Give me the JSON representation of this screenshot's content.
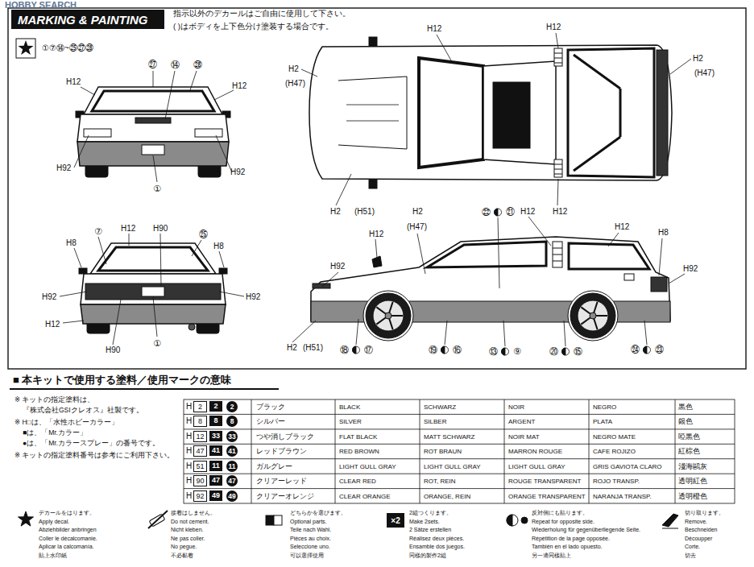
{
  "diagram": {
    "nodes": [
      {
        "text": [
          "MARKING & PAINTING"
        ]
      },
      {
        "text": [
          "■ 本キットで使用する塗料／使用マークの意味"
        ]
      },
      {
        "text": [
          "×2"
        ]
      }
    ],
    "labels": [
      "HOBBY SEARCH",
      "指示以外のデカールはご自由に使用して下さい。",
      "( )はボディを上下色分け塗装する場合です。",
      "①⑦⑭~㉕㉗㉘",
      "㉗",
      "⑭",
      "㉘",
      "H12",
      "H12",
      "H92",
      "H92",
      "①",
      "⑦",
      "H12",
      "H90",
      "㉕",
      "H8",
      "H8",
      "H92",
      "H92",
      "H12",
      "H90",
      "①",
      "H12",
      "H12",
      "H2",
      "(H47)",
      "H2",
      "(H47)",
      "H2",
      "(H51)",
      "H12",
      "H2",
      "(H47)",
      "㉒",
      "㉑",
      "H12",
      "H12",
      "H8",
      "H92",
      "H12",
      "H92",
      "H2",
      "(H51)",
      "⑱",
      "⑰",
      "⑲",
      "⑯",
      "⑬",
      "⑨",
      "⑳",
      "⑮",
      "㉔",
      "㉓",
      "※ キットの指定塗料は、",
      "『株式会社GSIクレオス』社製です。",
      "※ H□は、「水性ホビーカラー」",
      "■は、「Mr.カラー」",
      "●は、「Mr.カラースプレー」の番号です。",
      "※ キットの指定塗料番号は参考にご利用下さい。",
      "H",
      "2",
      "2",
      "2",
      "ブラック",
      "BLACK",
      "SCHWARZ",
      "NOIR",
      "NEGRO",
      "黒色",
      "H",
      "8",
      "8",
      "8",
      "シルバー",
      "SILVER",
      "SILBER",
      "ARGENT",
      "PLATA",
      "銀色",
      "H",
      "12",
      "33",
      "33",
      "つや消しブラック",
      "FLAT BLACK",
      "MATT SCHWARZ",
      "NOIR MAT",
      "NEGRO MATE",
      "啞黒色",
      "H",
      "47",
      "41",
      "41",
      "レッドブラウン",
      "RED BROWN",
      "ROT BRAUN",
      "MARRON ROUGE",
      "CAFE ROJIZO",
      "紅棕色",
      "H",
      "51",
      "11",
      "11",
      "ガルグレー",
      "LIGHT GULL GRAY",
      "LIGHT GULL GRAY",
      "LIGHT GULL GRAY",
      "GRIS GAVIOTA CLARO",
      "淺海鷗灰",
      "H",
      "90",
      "47",
      "47",
      "クリアーレッド",
      "CLEAR RED",
      "ROT, REIN",
      "ROUGE TRANSPARENT",
      "ROJO TRANSP.",
      "透明紅色",
      "H",
      "92",
      "49",
      "49",
      "クリアーオレンジ",
      "CLEAR ORANGE",
      "ORANGE, REIN",
      "ORANGE TRANSPARENT",
      "NARANJA TRANSP.",
      "透明橙色",
      "デカールをはります。",
      "Apply decal.",
      "Abziehbilder anbringen",
      "Coller le décalcomanie.",
      "Aplicar la calcomanía.",
      "貼上水印紙",
      "接着はしません。",
      "Do not cement.",
      "Nicht kleben.",
      "Ne pas coller.",
      "No pegue.",
      "不必黏着",
      "どちらかを選びます。",
      "Optional parts.",
      "Teile nach Wahl.",
      "Pièces au choix.",
      "Seleccione uno.",
      "可以選擇使用",
      "2組つくります。",
      "Make 2sets.",
      "2 Sätze erstellen",
      "Réalisez deux pièces.",
      "Ensamble dos juegos.",
      "同樣的製作2組",
      "反対側にも貼ります。",
      "Repeat for opposite side.",
      "Wiederholung für gegenüberliegende Seite.",
      "Répétition de la page opposée.",
      "También en el lado opuesto.",
      "另一邊同樣貼上",
      "切り取ります。",
      "Remove.",
      "Beschneiden",
      "Découpper",
      "Corte.",
      "切去"
    ]
  }
}
